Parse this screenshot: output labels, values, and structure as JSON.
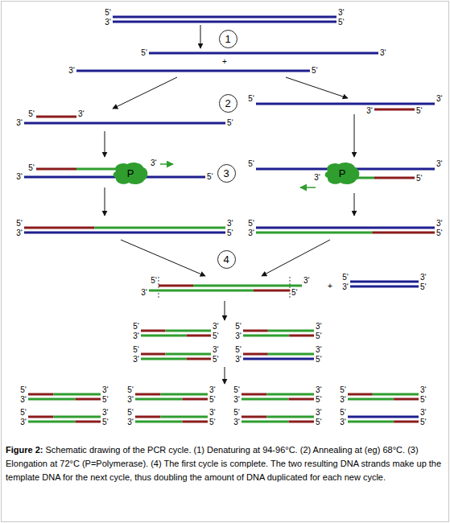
{
  "diagram": {
    "caption": "Figure 2: Schematic drawing of the PCR cycle. (1) Denaturing at 94-96°C. (2) Annealing at (eg) 68°C. (3) Elongation at 72°C (P=Polymerase). (4) The first cycle is complete. The two resulting DNA strands make up the template DNA for the next cycle, thus doubling the amount of DNA duplicated for each new cycle.",
    "nodes": [
      {
        "text": [
          "1"
        ]
      },
      {
        "text": [
          "2"
        ]
      },
      {
        "text": [
          "P"
        ]
      },
      {
        "text": [
          "3"
        ]
      },
      {
        "text": [
          "P"
        ]
      },
      {
        "text": [
          "4"
        ]
      }
    ],
    "labels": [
      "5‘",
      "3‘",
      "3‘",
      "5‘",
      "5‘",
      "3‘",
      "+",
      "3‘",
      "5‘",
      "5‘",
      "3‘",
      "3‘",
      "5‘",
      "5‘",
      "3‘",
      "3‘",
      "5‘",
      "5‘",
      "3‘",
      "3‘",
      "5‘",
      "5‘",
      "3‘",
      "3‘",
      "5‘",
      "5‘",
      "3‘",
      "3‘",
      "5‘",
      "5‘",
      "3‘",
      "3‘",
      "5‘",
      "5‘",
      "3‘",
      "3‘",
      "5‘",
      "+",
      "5‘",
      "3‘",
      "3‘",
      "5‘",
      "5‘",
      "3‘",
      "3‘",
      "5‘",
      "5‘",
      "3‘",
      "3‘",
      "5‘",
      "5‘",
      "3‘",
      "3‘",
      "5‘",
      "5‘",
      "3‘",
      "3‘",
      "5‘",
      "5‘",
      "3‘",
      "3‘",
      "5‘",
      "5‘",
      "3‘",
      "3‘",
      "5‘",
      "5‘",
      "3‘",
      "3‘",
      "5‘",
      "5‘",
      "3‘",
      "3‘",
      "5‘",
      "5‘",
      "3‘",
      "3‘",
      "5‘",
      "5‘",
      "3‘",
      "3‘",
      "5‘",
      "5‘",
      "3‘",
      "3‘",
      "5‘",
      "5‘",
      "3‘",
      "3‘",
      "5‘"
    ]
  }
}
